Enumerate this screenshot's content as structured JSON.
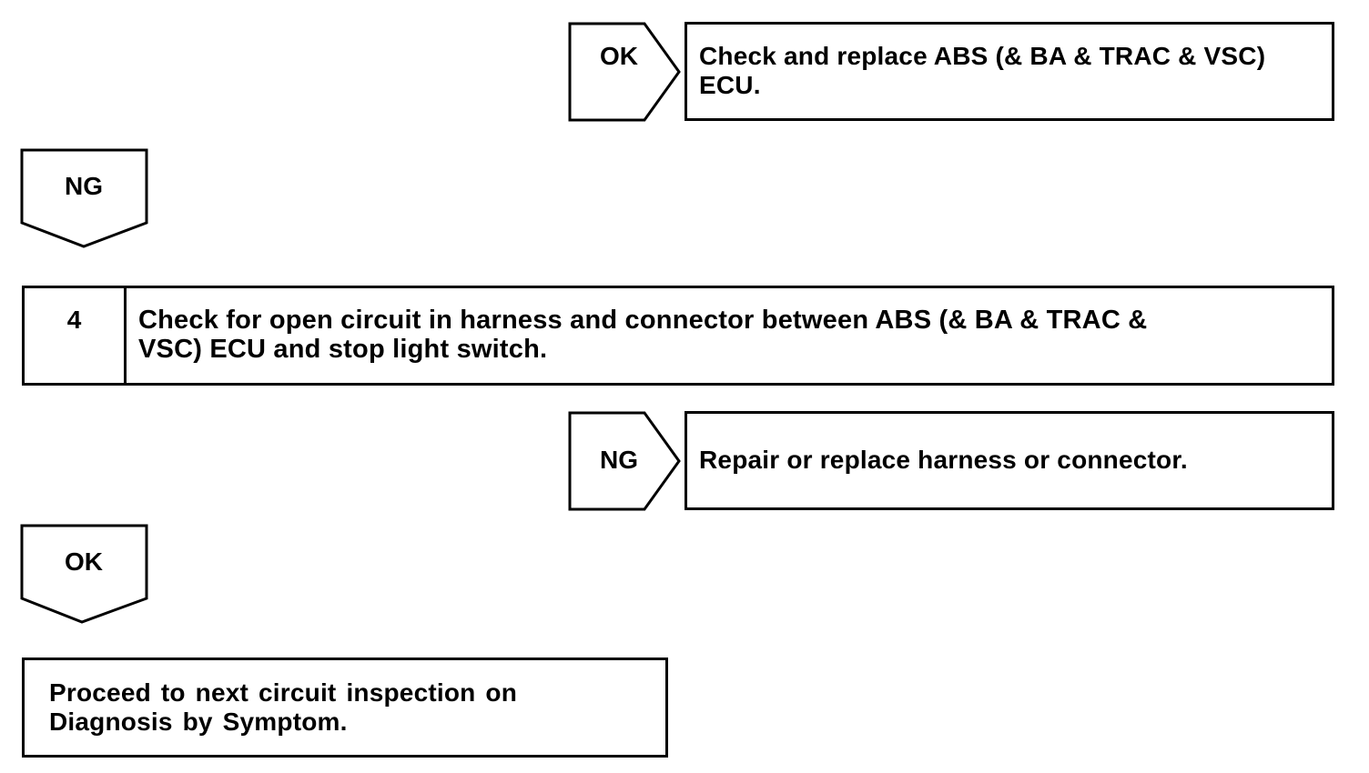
{
  "ok_branch_1": {
    "label": "OK",
    "result_text": "Check and replace ABS (& BA & TRAC & VSC)\nECU."
  },
  "ng_branch_1": {
    "label": "NG"
  },
  "step_4": {
    "number": "4",
    "text": "Check for open circuit in harness and connector between ABS (& BA & TRAC &\nVSC) ECU and stop light switch."
  },
  "ng_branch_2": {
    "label": "NG",
    "result_text": "Repair or replace harness or connector."
  },
  "ok_branch_2": {
    "label": "OK"
  },
  "final_box": {
    "text": "Proceed to next circuit inspection on\nDiagnosis by Symptom."
  }
}
